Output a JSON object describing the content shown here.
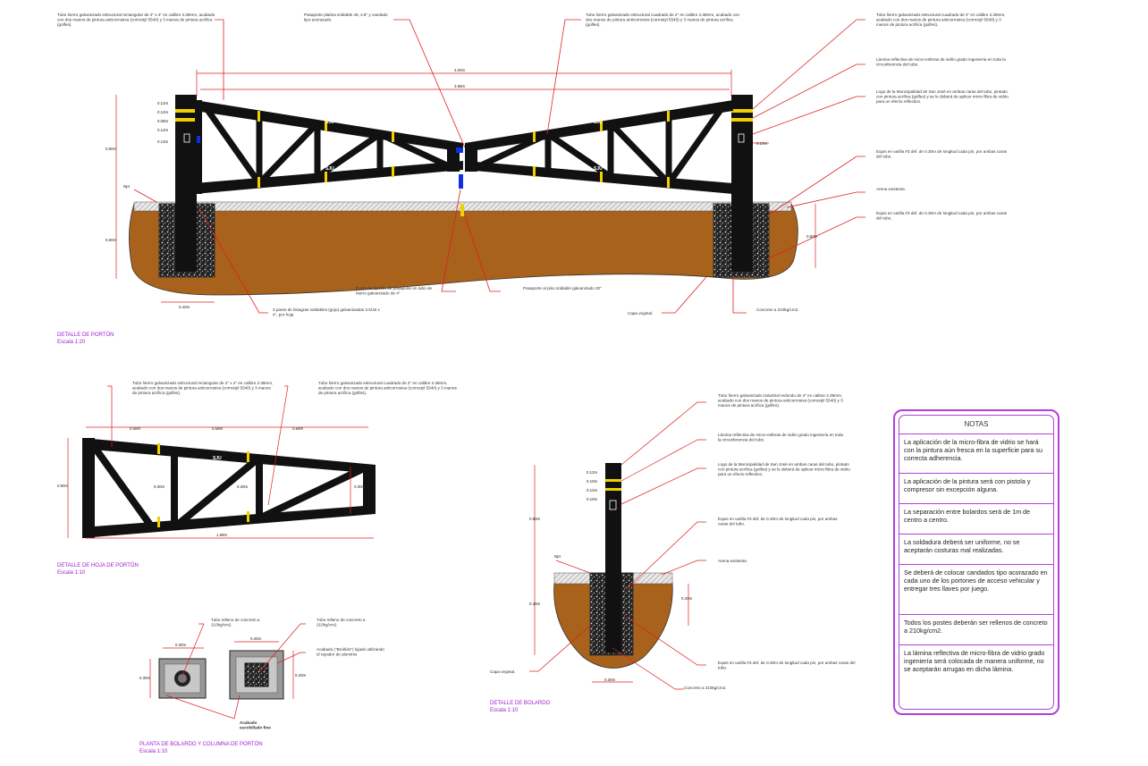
{
  "colors": {
    "annotation_line": "#e02020",
    "structure": "#111111",
    "soil": "#a8621c",
    "paint_yellow": "#f2d000",
    "title": "#a020d0",
    "notes_border": "#b040d8",
    "blue": "#1030e0"
  },
  "porton": {
    "leader_texts": [
      "Tubo hierro galvanizado estructural rectangular de 2\" x 4\" en calibre 2.38mm, acabado con dos manos de pintura anticorrosiva (corrostyl 5540) y 3 manos de pintura acrílica (golfes).",
      "Pasaporte platina soldable 45, 4.8\" y candado tipo acerazado.",
      "Tubo hierro galvanizado estructural cuadrado de 2\" en calibre 2.38mm, acabado con dos manos de pintura anticorrosiva (corrostyl 5540) y 3 manos de pintura acrílica (golfes).",
      "Tubo hierro galvanizado estructural cuadrado de 4\" en calibre 2.38mm, acabado con dos manos de pintura anticorrosiva (corrostyl 5540) y 3 manos de pintura acrílica (golfes).",
      "Lámina reflectiva de micro-esferas de vidrio grado ingeniería en toda la circunferencia del tubo.",
      "Logo de la Municipalidad de San José en ambas caras del tubo, pintado con pintura acrílica (golfes) y se le deberá de aplicar micro fibra de vidrio para un efecto reflectivo.",
      "Equis en varilla #3 def. de 0.30m de longitud cada pin, por ambas caras del tubo.",
      "Arena existente.",
      "Equis en varilla #3 def. de 0.30m de longitud cada pin, por ambas caras del tubo.",
      "Punto de fijación de pasaporte en tubo de hierro galvanizado de 4\"",
      "Pasaporte al piso soldable galvanizado 20\"",
      "3 pares de bisagras soldables (gojo) galvanizadas 3.5/16 x 4\", por hoja",
      "Capa vegetal.",
      "Concreto a 210kg/cm2."
    ],
    "dims": [
      "4.00m",
      "3.98m",
      "0.12m",
      "0.12m",
      "0.08m",
      "0.12m",
      "0.12m",
      "0.80m",
      "0.10m",
      "Npt",
      "0.60m",
      "0.40m",
      "0.60m"
    ],
    "logo": "SJU",
    "title": "DETALLE DE PORTÓN",
    "scale": "Escala 1:20"
  },
  "hoja": {
    "leader_texts": [
      "Tubo hierro galvanizado estructural rectangular de 2\" x 4\" en calibre 2.38mm, acabado con dos manos de pintura anticorrosiva (corrostyl 5540) y 3 manos de pintura acrílica (golfes).",
      "Tubo hierro galvanizado estructural cuadrado de 2\" en calibre 2.38mm, acabado con dos manos de pintura anticorrosiva (corrostyl 5540) y 3 manos de pintura acrílica (golfes)."
    ],
    "dims": [
      "0.58m",
      "0.58m",
      "0.58m",
      "0.60m",
      "0.30m",
      "0.30m",
      "0.30m",
      "1.98m"
    ],
    "logo": "SJU",
    "title": "DETALLE DE HOJA DE PORTÓN",
    "scale": "Escala 1:10"
  },
  "bolardo": {
    "leader_texts": [
      "Tubo hierro galvanizado industrial redondo de 4\" en calibre 2.38mm, acabado con dos manos de pintura anticorrosiva (corrostyl 5540) y 3 manos de pintura acrílica (golfes).",
      "Lámina reflectiva de micro-esferas de vidrio grado ingeniería en toda la circunferencia del tubo.",
      "Logo de la Municipalidad de San José en ambas caras del tubo, pintado con pintura acrílica (golfes) y se le deberá de aplicar micro fibra de vidrio para un efecto reflectivo.",
      "Equis en varilla #3 def. de 0.30m de longitud cada pin, por ambas caras del tubo.",
      "Arena existente.",
      "Capa vegetal.",
      "Equis en varilla #3 def. de 0.30m de longitud cada pin, por ambas caras del tubo.",
      "Concreto a 210kg/cm2."
    ],
    "dims": [
      "0.12m",
      "0.10m",
      "0.12m",
      "0.10m",
      "0.80m",
      "Npt",
      "0.40m",
      "0.40m",
      "0.30m"
    ],
    "title": "DETALLE DE BOLARDO",
    "scale": "Escala 1:10"
  },
  "planta": {
    "leader_texts": [
      "Tubo relleno de concreto a 210kg/cm2.",
      "Tubo relleno de concreto a 210kg/cm2.",
      "Acabado (\"Bruñido\") lujado utilizando el rayador de aluminio",
      "Acabado escobillado fino"
    ],
    "dims": [
      "0.30m",
      "0.40m",
      "0.30m",
      "0.40m"
    ],
    "title": "PLANTA DE BOLARDO Y COLUMNA DE PORTÓN",
    "scale": "Escala 1:10"
  },
  "notes": {
    "title": "NOTAS",
    "items": [
      "La aplicación de la micro-fibra de vidrio se hará con la pintura aún fresca en la superficie para su correcta adherencia.",
      "La aplicación de la pintura será con pistola y compresor sin excepción alguna.",
      "La separación entre bolardos será de 1m de centro a centro.",
      "La soldadura deberá ser uniforme, no se aceptarán costuras mal realizadas.",
      "Se deberá de colocar candados tipo acorazado en cada uno de los portones de acceso vehicular y entregar tres llaves por juego.",
      "Todos los postes deberán ser rellenos de concreto a 210kg/cm2.",
      "La lámina reflectiva de micro-fibra de vidrio grado ingeniería será colocada de manera uniforme, no se aceptarán arrugas en dicha lámina."
    ]
  }
}
